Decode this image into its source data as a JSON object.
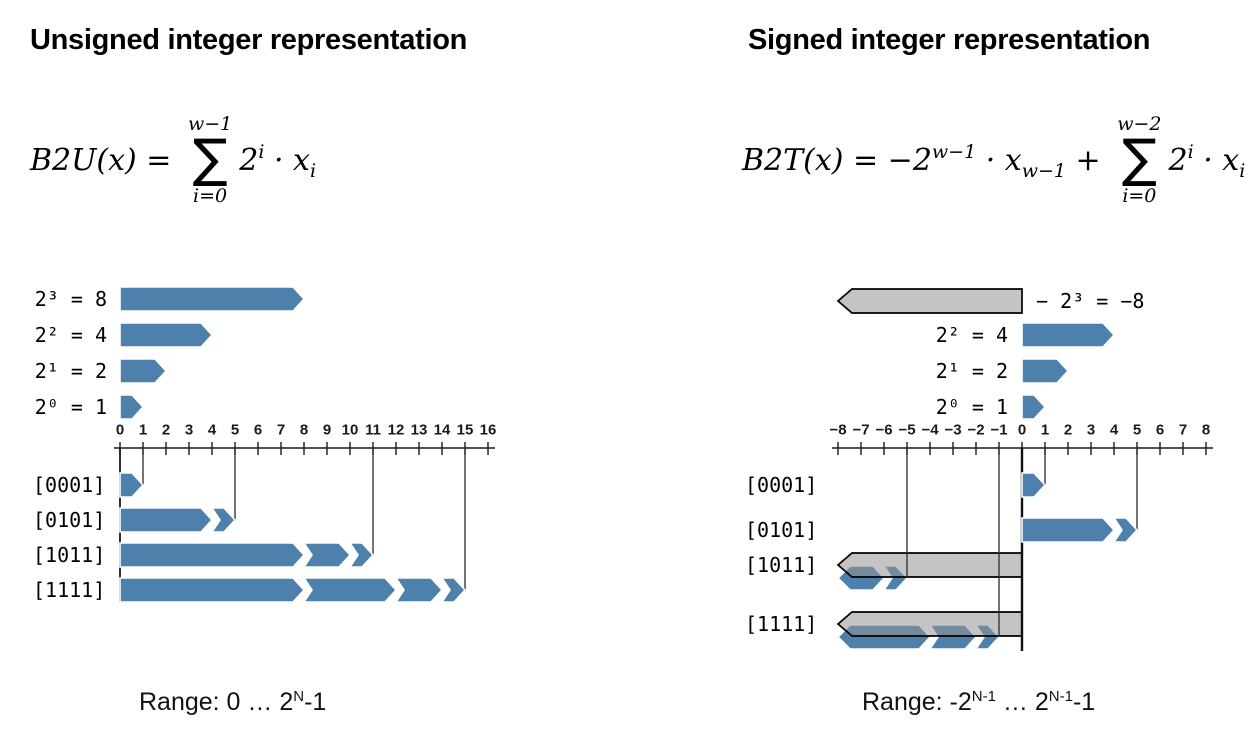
{
  "unsigned": {
    "title": "Unsigned integer representation",
    "formula": {
      "lhs": "B2U(x) = ",
      "sum_upper": "w−1",
      "sum_symbol": "∑",
      "sum_lower": "i=0",
      "term_base": "2",
      "term_exp": "i",
      "term_dot": " · ",
      "term_var": "x",
      "term_idx": "i"
    },
    "range": {
      "p1": "Range: 0 … 2",
      "sup1": "N",
      "p2": "-1"
    }
  },
  "signed": {
    "title": "Signed integer representation",
    "formula": {
      "lhs1": "B2T(x) = −2",
      "sup1": "w−1",
      "mid1": " · x",
      "sub1": "w−1",
      "plus": " + ",
      "sum_upper": "w−2",
      "sum_symbol": "∑",
      "sum_lower": "i=0",
      "term_base": "2",
      "term_exp": "i",
      "term_dot": " · ",
      "term_var": "x",
      "term_idx": "i"
    },
    "range": {
      "p1": "Range: -2",
      "sup1": "N-1",
      "p2": " … 2",
      "sup2": "N-1",
      "p3": "-1"
    }
  },
  "colors": {
    "bar_blue": "#4e80ac",
    "bar_gray_fill": "rgba(147,147,147,0.55)",
    "outline_black": "#000000",
    "axis_line": "#1a1a1a",
    "callout_line": "#2a2a2a"
  },
  "chart_data": [
    {
      "id": "unsigned-powers",
      "type": "bar",
      "orientation": "horizontal",
      "title": "",
      "rows": [
        {
          "label": "2³ = 8",
          "value": 8
        },
        {
          "label": "2² = 4",
          "value": 4
        },
        {
          "label": "2¹ = 2",
          "value": 2
        },
        {
          "label": "2⁰ = 1",
          "value": 1
        }
      ],
      "axis": {
        "min": 0,
        "max": 16,
        "tick_labels": [
          "0",
          "1",
          "2",
          "3",
          "4",
          "5",
          "6",
          "7",
          "8",
          "9",
          "10",
          "11",
          "12",
          "13",
          "14",
          "15",
          "16"
        ]
      }
    },
    {
      "id": "unsigned-binary-sums",
      "type": "bar",
      "orientation": "horizontal",
      "rows": [
        {
          "label": "[0001]",
          "segments": [
            1
          ],
          "total": 1
        },
        {
          "label": "[0101]",
          "segments": [
            4,
            1
          ],
          "total": 5
        },
        {
          "label": "[1011]",
          "segments": [
            8,
            2,
            1
          ],
          "total": 11
        },
        {
          "label": "[1111]",
          "segments": [
            8,
            4,
            2,
            1
          ],
          "total": 15
        }
      ],
      "callouts": [
        1,
        5,
        11,
        15
      ]
    },
    {
      "id": "signed-powers",
      "type": "bar",
      "orientation": "horizontal",
      "rows": [
        {
          "label": "− 2³ = −8",
          "value": -8,
          "style": "gray",
          "label_side": "right"
        },
        {
          "label": "2² = 4",
          "value": 4,
          "style": "blue",
          "label_side": "left"
        },
        {
          "label": "2¹ = 2",
          "value": 2,
          "style": "blue",
          "label_side": "left"
        },
        {
          "label": "2⁰ = 1",
          "value": 1,
          "style": "blue",
          "label_side": "left"
        }
      ],
      "axis": {
        "min": -8,
        "max": 8,
        "tick_labels": [
          "−8",
          "−7",
          "−6",
          "−5",
          "−4",
          "−3",
          "−2",
          "−1",
          "0",
          "1",
          "2",
          "3",
          "4",
          "5",
          "6",
          "7",
          "8"
        ]
      }
    },
    {
      "id": "signed-binary-sums",
      "type": "bar",
      "orientation": "horizontal",
      "rows": [
        {
          "label": "[0001]",
          "negative": 0,
          "segments": [
            1
          ],
          "total": 1
        },
        {
          "label": "[0101]",
          "negative": 0,
          "segments": [
            4,
            1
          ],
          "total": 5
        },
        {
          "label": "[1011]",
          "negative": -8,
          "segments": [
            2,
            1
          ],
          "total": -5
        },
        {
          "label": "[1111]",
          "negative": -8,
          "segments": [
            4,
            2,
            1
          ],
          "total": -1
        }
      ],
      "callouts": [
        1,
        5,
        -5,
        -1
      ],
      "zero_line": true
    }
  ]
}
